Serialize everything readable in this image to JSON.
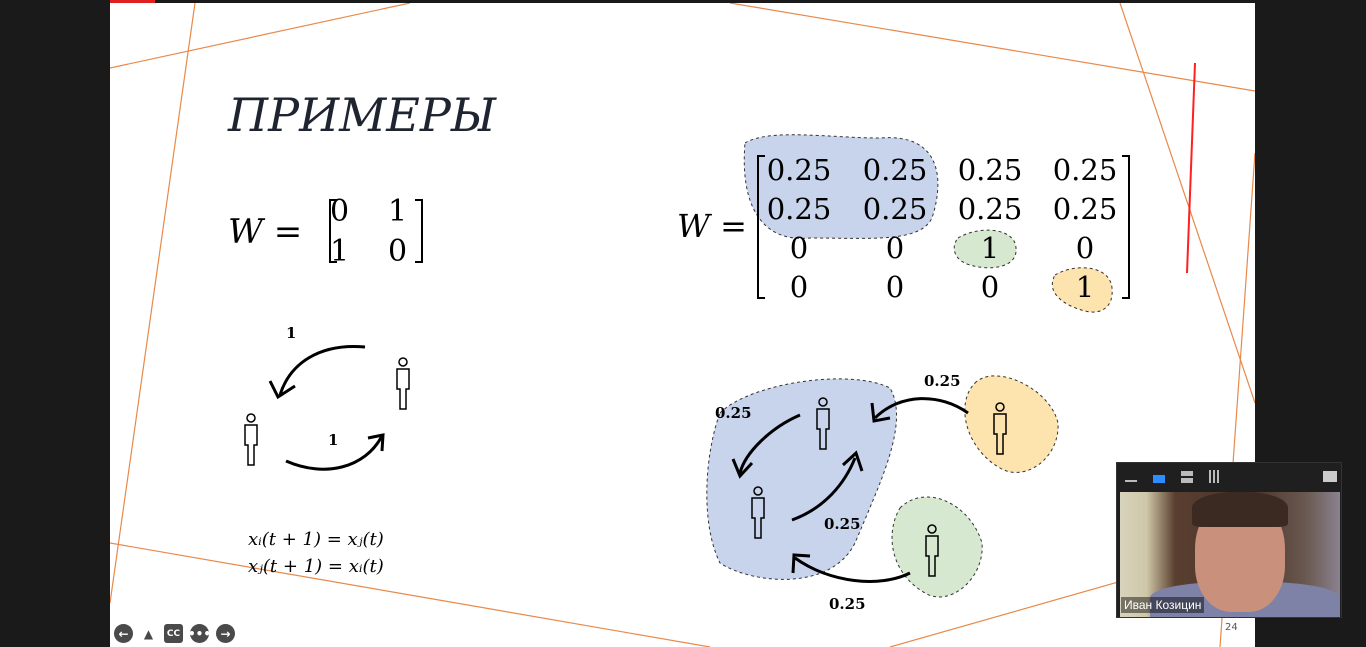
{
  "slide": {
    "title": "ПРИМЕРЫ",
    "left": {
      "w_label": "W =",
      "matrix": [
        [
          "0",
          "1"
        ],
        [
          "1",
          "0"
        ]
      ],
      "edge_top": "1",
      "edge_bottom": "1",
      "eq1": "xᵢ(t + 1) = xⱼ(t)",
      "eq2": "xⱼ(t + 1) = xᵢ(t)"
    },
    "right": {
      "w_label": "W =",
      "matrix": [
        [
          "0.25",
          "0.25",
          "0.25",
          "0.25"
        ],
        [
          "0.25",
          "0.25",
          "0.25",
          "0.25"
        ],
        [
          "0",
          "0",
          "1",
          "0"
        ],
        [
          "0",
          "0",
          "0",
          "1"
        ]
      ],
      "edge_yellow": "0.25",
      "edge_inner_top": "0.25",
      "edge_inner_bottom": "0.25",
      "edge_green": "0.25"
    },
    "page_number": "24"
  },
  "colors": {
    "blue_group": "#c8d3ec",
    "green_group": "#d6e8cf",
    "yellow_group": "#fde3ad",
    "frame_lines": "#e8894a",
    "ink": "#ff2020"
  },
  "controls": [
    "previous",
    "pen",
    "captions",
    "more",
    "next"
  ],
  "video": {
    "participant": "Иван Козицин"
  }
}
